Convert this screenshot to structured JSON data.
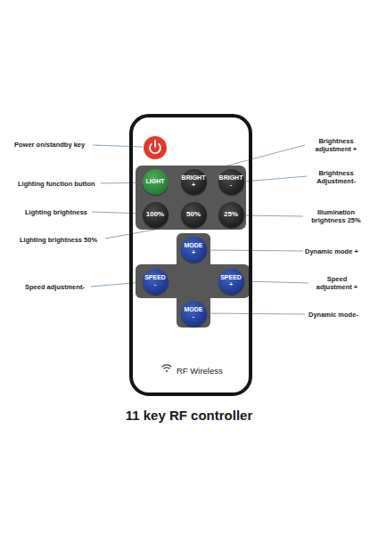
{
  "diagram": {
    "caption": "11 key RF controller",
    "nodes": [
      {
        "text": [
          "RF Wireless"
        ]
      },
      {
        "text": [
          "LIGHT"
        ],
        "in": 0
      },
      {
        "text": [
          "BRIGHT +"
        ],
        "in": 0
      },
      {
        "text": [
          "BRIGHT -"
        ],
        "in": 0
      },
      {
        "text": [
          "100%"
        ],
        "in": 0
      },
      {
        "text": [
          "50%"
        ],
        "in": 0
      },
      {
        "text": [
          "25%"
        ],
        "in": 0
      },
      {
        "text": [
          "MODE +"
        ],
        "in": 0
      },
      {
        "text": [
          "SPEED -"
        ],
        "in": 0
      },
      {
        "text": [
          "SPEED +"
        ],
        "in": 0
      },
      {
        "text": [
          "MODE -"
        ],
        "in": 0
      }
    ],
    "labels": [
      "Power on/standby key",
      "Brightness adjustment +",
      "Lighting function button",
      "Brightness Adjustment-",
      "Lighting brightness",
      "Illumination brightness 25%",
      "Lighting brightness 50%",
      "Dynamic mode +",
      "Speed adjustment-",
      "Speed adjustment +",
      "Dynamic mode-"
    ]
  }
}
